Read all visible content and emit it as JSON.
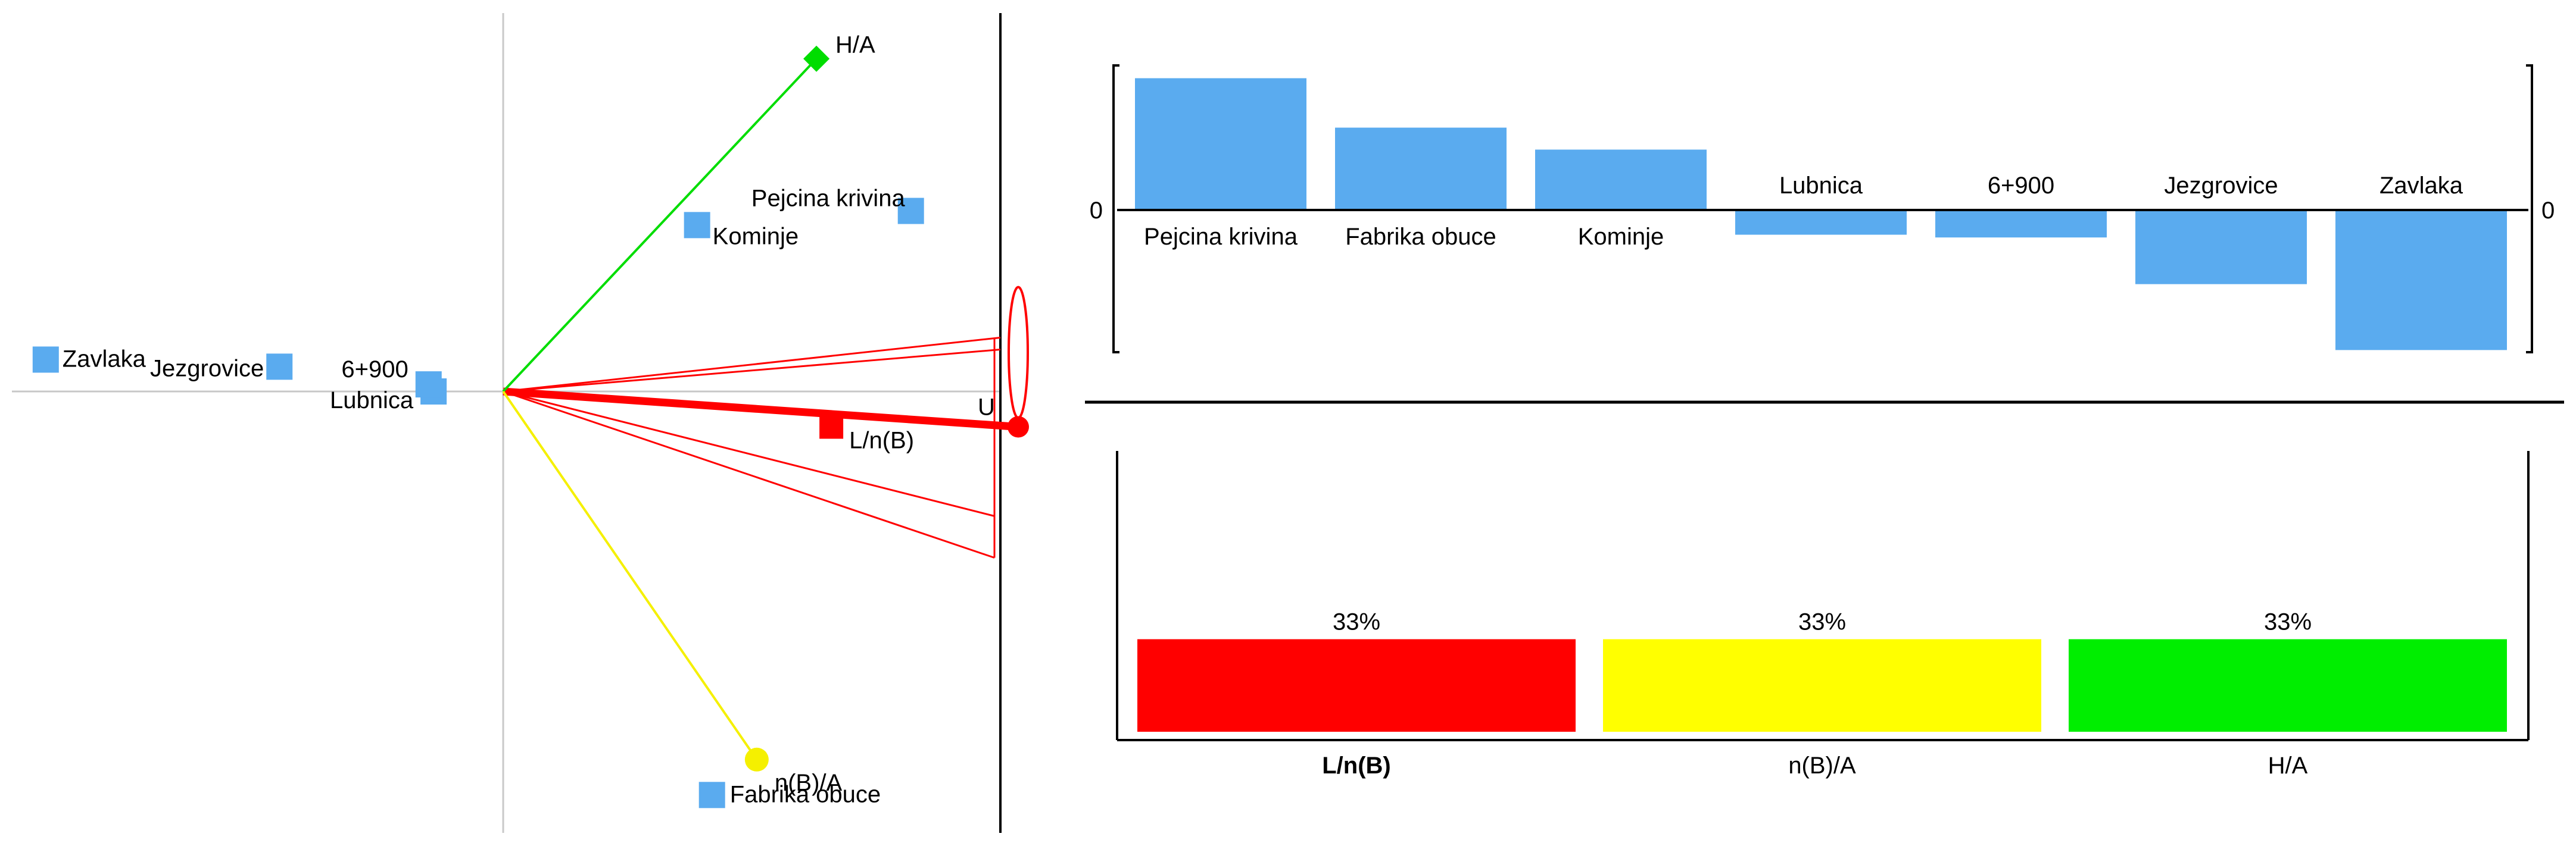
{
  "chart_data": [
    {
      "type": "scatter",
      "subtype": "gaia-plane",
      "colors": {
        "alternative": "#5aabef",
        "axis": "#c8c8c8",
        "frame": "#000000"
      },
      "alternatives": [
        {
          "label": "Pejcina krivina",
          "x": 0.82,
          "y": 0.51
        },
        {
          "label": "Kominje",
          "x": 0.39,
          "y": 0.47
        },
        {
          "label": "Zavlaka",
          "x": -0.92,
          "y": 0.09
        },
        {
          "label": "Jezgrovice",
          "x": -0.45,
          "y": 0.07
        },
        {
          "label": "Lubnica",
          "x": -0.14,
          "y": 0.0
        },
        {
          "label": "6+900",
          "x": -0.15,
          "y": 0.02
        },
        {
          "label": "Fabrika obuce",
          "x": 0.42,
          "y": -1.14
        }
      ],
      "criteria": [
        {
          "label": "H/A",
          "x": 0.63,
          "y": 0.94,
          "color": "#00dd00",
          "marker": "diamond"
        },
        {
          "label": "n(B)/A",
          "x": 0.51,
          "y": -1.04,
          "color": "#f5f000",
          "marker": "circle"
        },
        {
          "label": "L/n(B)",
          "x": 0.66,
          "y": -0.1,
          "color": "#ff0000",
          "marker": "square"
        }
      ],
      "decision_axis": {
        "label": "U",
        "x": 1.0,
        "y": -0.1,
        "color": "#ff0000"
      }
    },
    {
      "type": "bar",
      "subtype": "net-flow",
      "color": "#5aabef",
      "zero_label": "0",
      "categories": [
        "Pejcina krivina",
        "Fabrika obuce",
        "Kominje",
        "Lubnica",
        "6+900",
        "Jezgrovice",
        "Zavlaka"
      ],
      "values": [
        0.48,
        0.3,
        0.22,
        -0.09,
        -0.1,
        -0.27,
        -0.51
      ],
      "ylim": [
        -0.52,
        0.52
      ]
    },
    {
      "type": "bar",
      "subtype": "weights",
      "ylim": [
        0,
        100
      ],
      "bars": [
        {
          "label": "L/n(B)",
          "value": 33,
          "text": "33%",
          "color": "#ff0000",
          "bold": true
        },
        {
          "label": "n(B)/A",
          "value": 33,
          "text": "33%",
          "color": "#ffff00",
          "bold": false
        },
        {
          "label": "H/A",
          "value": 33,
          "text": "33%",
          "color": "#00ee00",
          "bold": false
        }
      ]
    }
  ]
}
